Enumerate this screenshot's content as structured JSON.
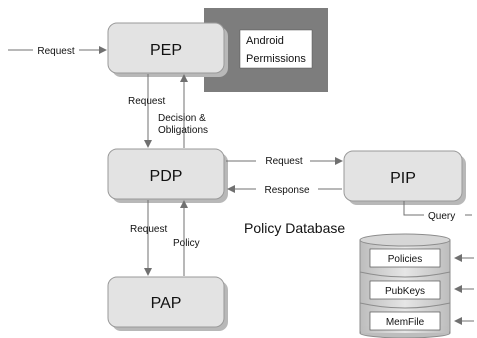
{
  "nodes": {
    "pep": "PEP",
    "pdp": "PDP",
    "pip": "PIP",
    "pap": "PAP"
  },
  "android_permissions": [
    "Android",
    "Permissions"
  ],
  "edges": {
    "request_in": "Request",
    "request_pep_pdp": "Request",
    "decision": [
      "Decision &",
      "Obligations"
    ],
    "request_pdp_pip": "Request",
    "response_pip_pdp": "Response",
    "query": "Query",
    "request_pdp_pap": "Request",
    "policy": "Policy"
  },
  "policy_database": {
    "title": "Policy Database",
    "entries": [
      "Policies",
      "PubKeys",
      "MemFile"
    ]
  },
  "colors": {
    "node_fill": "#e3e3e3",
    "node_stroke": "#9a9a9a",
    "shadow": "#b8b8b8",
    "android_bg": "#7d7d7d",
    "edge": "#707070"
  }
}
